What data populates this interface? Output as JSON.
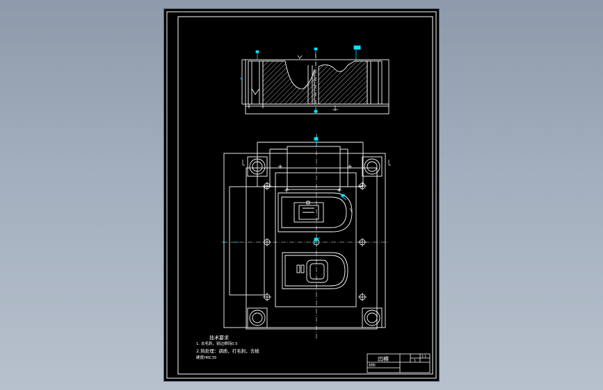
{
  "notes": {
    "heading": "技术要求",
    "line1": "1. 去毛刺，锐边倒钝0.5",
    "line2": "2.热处理：调质，打毛刺，去棱",
    "line3": "硬度HRC35"
  },
  "title_block": {
    "part_name": "凹模",
    "scale": "1:1",
    "material": "材料",
    "drawing_no": "5"
  },
  "colors": {
    "background": "#000000",
    "line": "#ffffff",
    "dimension": "#00e5ff",
    "desktop": "#9aa6b5"
  }
}
